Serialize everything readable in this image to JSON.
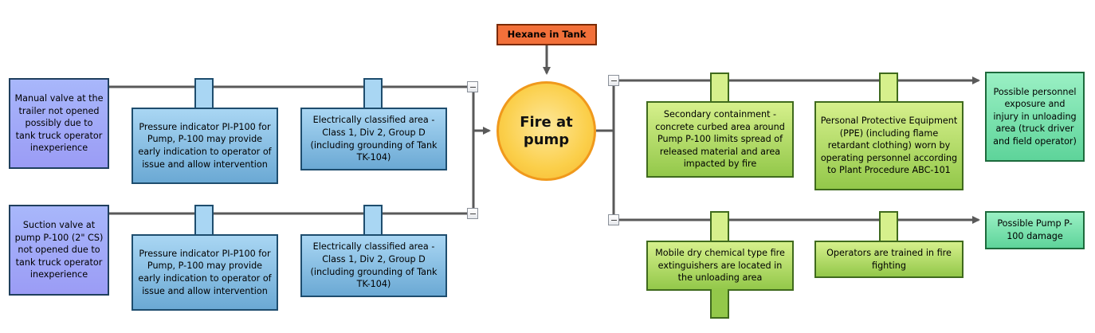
{
  "hazard": {
    "label": "Hexane in Tank"
  },
  "top_event": {
    "label": "Fire at pump"
  },
  "threats": [
    {
      "label": "Manual valve at the trailer not opened possibly due to tank truck operator inexperience",
      "barriers": [
        "Pressure indicator PI-P100 for Pump, P-100 may provide early indication to operator of issue and allow intervention",
        "Electrically classified area - Class 1, Div 2, Group D (including grounding of Tank TK-104)"
      ]
    },
    {
      "label": "Suction valve at pump P-100 (2\" CS) not opened due to tank truck operator inexperience",
      "barriers": [
        "Pressure indicator PI-P100 for Pump, P-100 may provide early indication to operator of issue and allow intervention",
        "Electrically classified area - Class 1, Div 2, Group D (including grounding of Tank TK-104)"
      ]
    }
  ],
  "consequences": [
    {
      "label": "Possible personnel exposure and injury in unloading area (truck driver and field operator)",
      "barriers": [
        "Secondary containment - concrete curbed area around Pump P-100 limits spread of released material and area impacted by fire",
        "Personal Protective Equipment (PPE) (including flame retardant clothing) worn by operating personnel according to Plant Procedure ABC-101"
      ]
    },
    {
      "label": "Possible Pump P-100 damage",
      "barriers": [
        "Mobile dry chemical type fire extinguishers are located in the unloading area",
        "Operators are trained in fire fighting"
      ]
    }
  ],
  "colors": {
    "line": "#595959",
    "threat": "#9b9cf5",
    "preventive_barrier": "#6ba9d4",
    "mitigative_barrier": "#93c84a",
    "consequence": "#5ed49a",
    "hazard": "#f2703a",
    "top_event": "#fbcf4a"
  }
}
